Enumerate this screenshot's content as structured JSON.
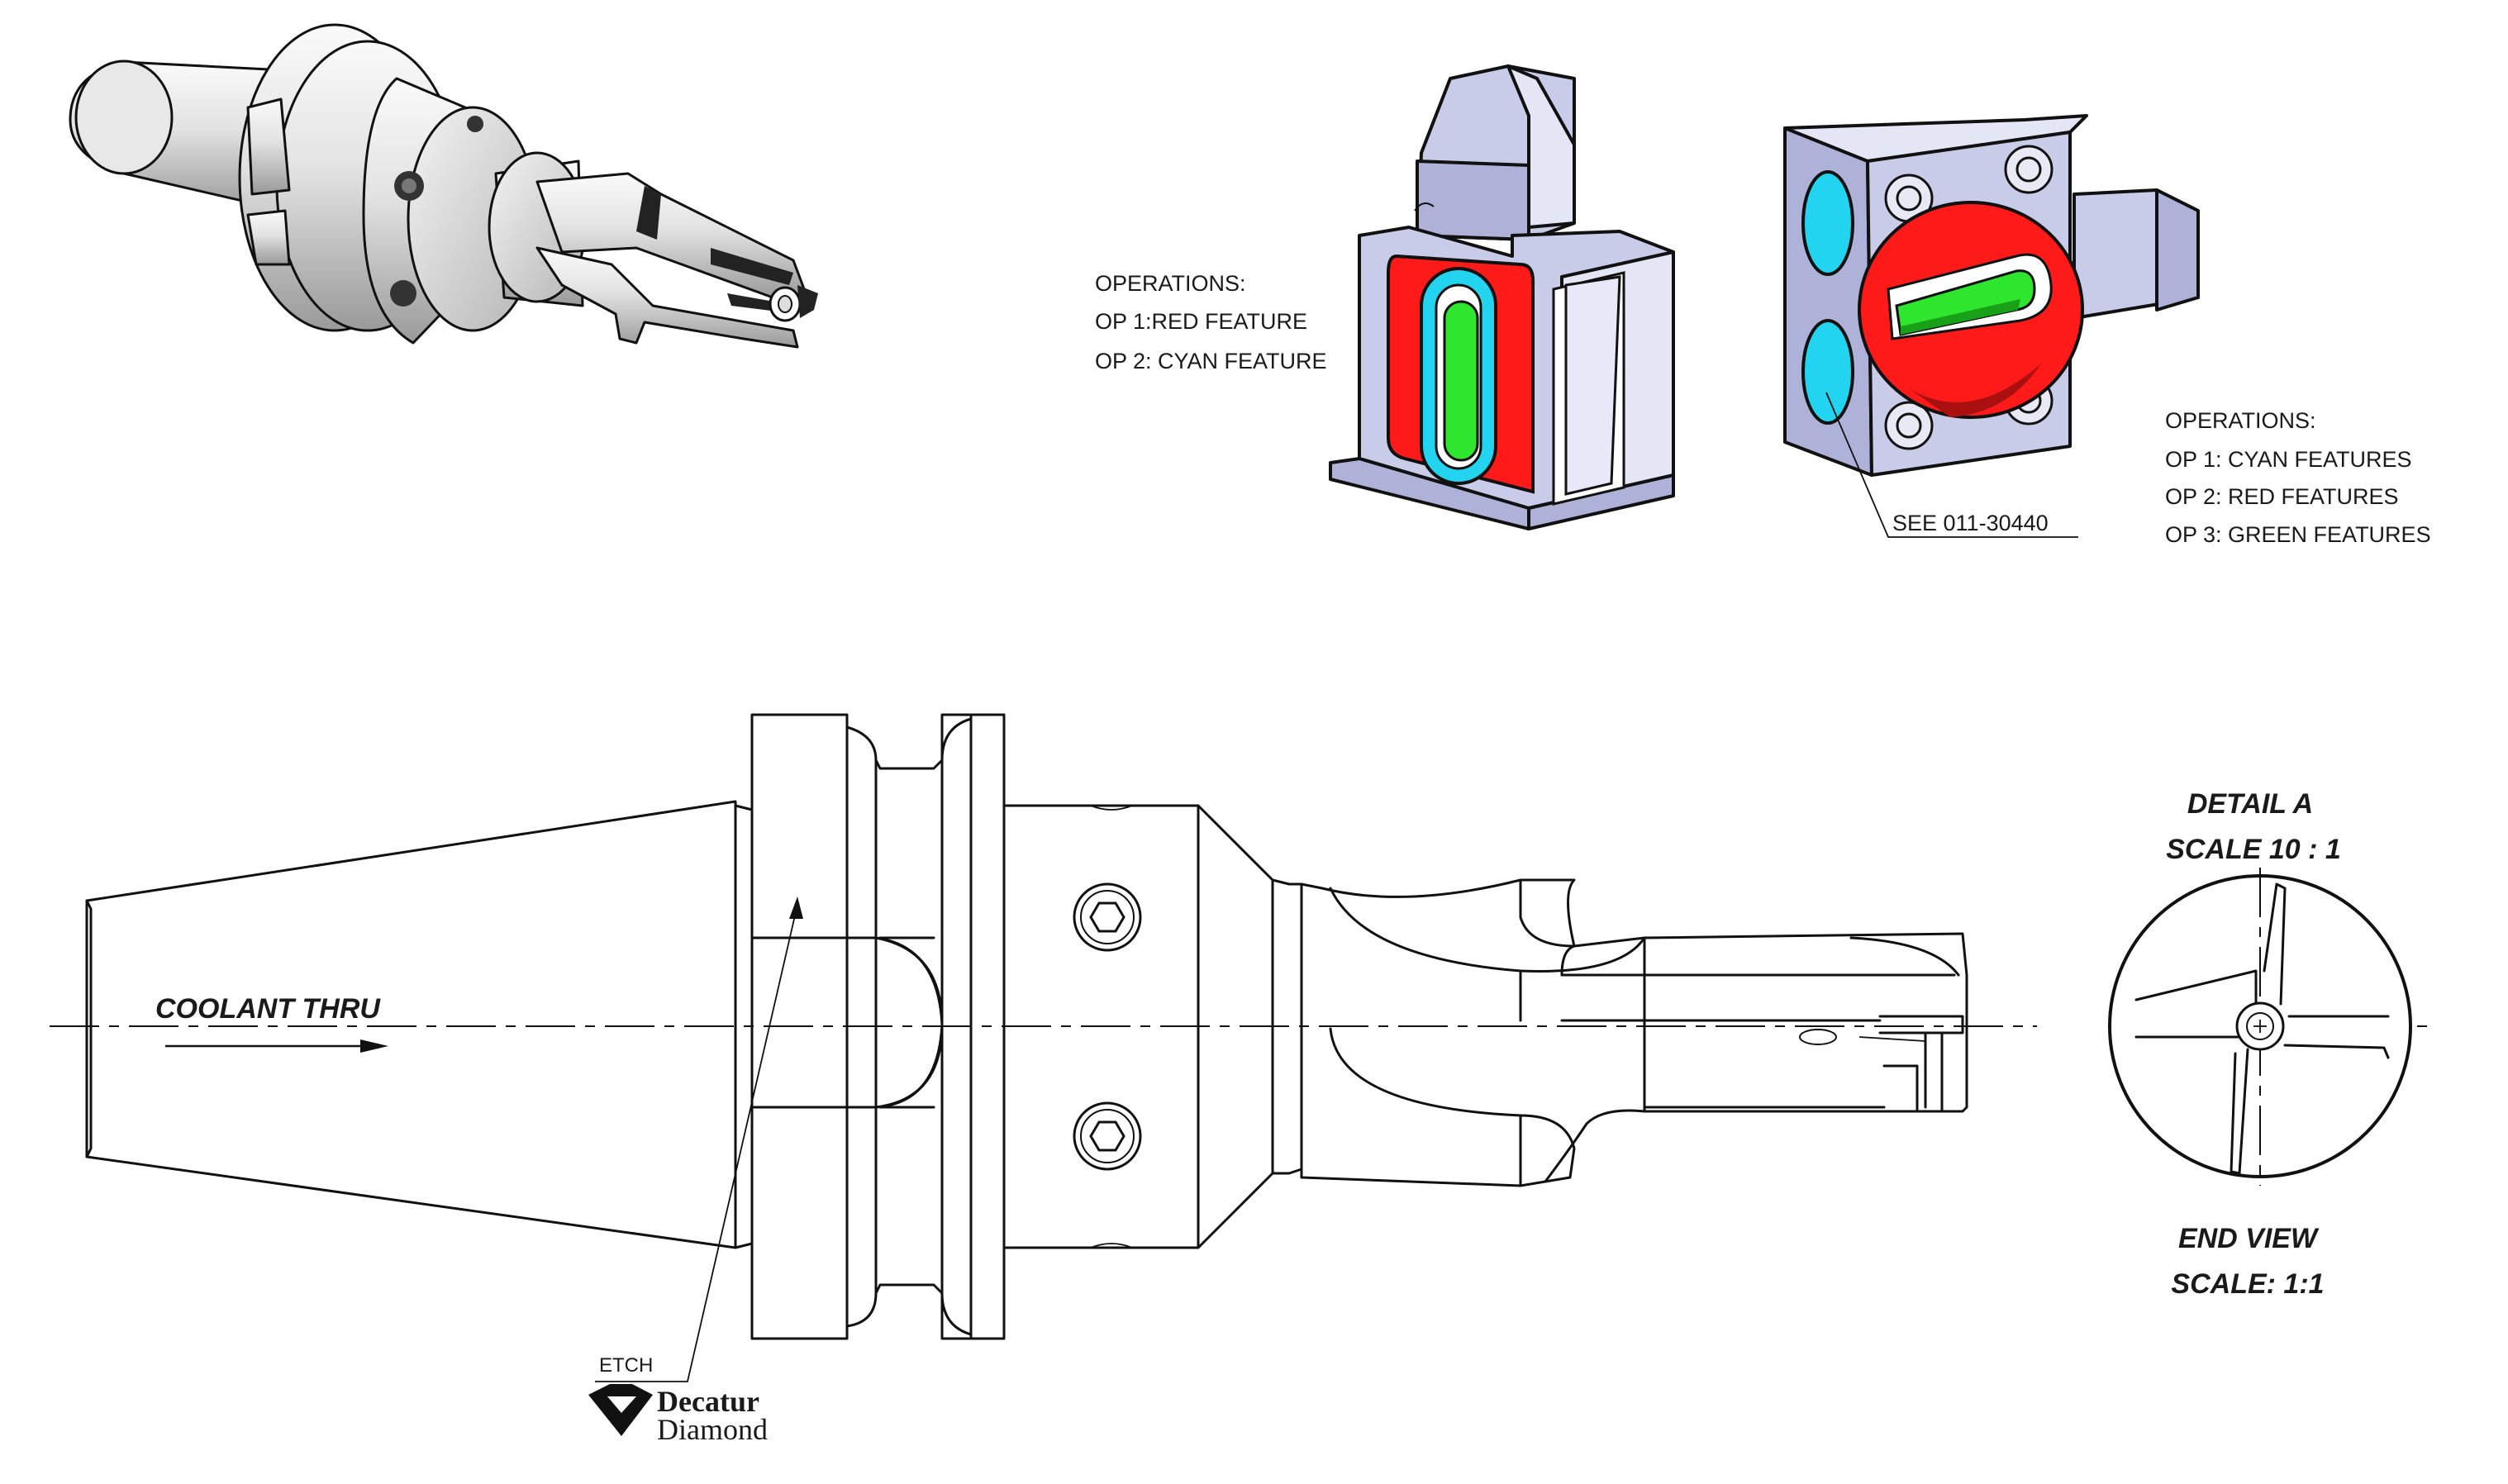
{
  "block1_notes": {
    "heading": "OPERATIONS:",
    "op1": "OP 1:RED FEATURE",
    "op2": "OP 2: CYAN FEATURE"
  },
  "block2_notes": {
    "heading": "OPERATIONS:",
    "op1": "OP 1: CYAN FEATURES",
    "op2": "OP 2: RED FEATURES",
    "op3": "OP 3: GREEN FEATURES"
  },
  "see_reference": "SEE   011-30440",
  "coolant_label": "COOLANT THRU",
  "etch_label": "ETCH",
  "logo": {
    "line1": "Decatur",
    "line2": "Diamond"
  },
  "detail": {
    "title": "DETAIL A",
    "scale": "SCALE 10 : 1"
  },
  "end_view": {
    "title": "END VIEW",
    "scale": "SCALE: 1:1"
  },
  "colors": {
    "op_red": "#ff1a1a",
    "op_cyan": "#22d4f0",
    "op_green": "#2ee62e",
    "block_lavender": "#c9cce8"
  }
}
